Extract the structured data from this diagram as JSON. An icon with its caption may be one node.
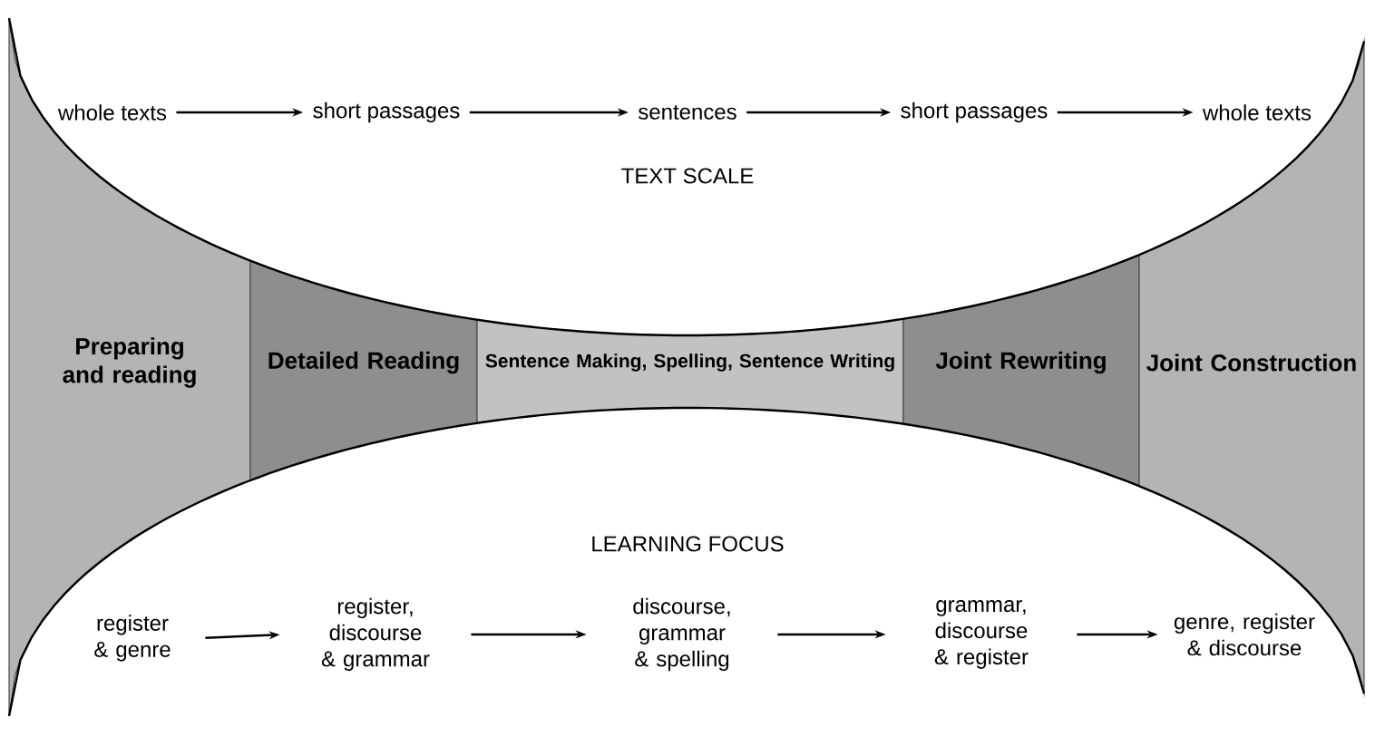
{
  "diagram": {
    "nodes": [
      {
        "text": [
          "whole texts"
        ]
      },
      {
        "text": [
          "short passages"
        ]
      },
      {
        "text": [
          "sentences"
        ]
      },
      {
        "text": [
          "short passages"
        ]
      },
      {
        "text": [
          "whole texts"
        ]
      },
      {
        "text": [
          "Preparing and reading"
        ]
      },
      {
        "text": [
          "Detailed Reading"
        ]
      },
      {
        "text": [
          "Sentence Making, Spelling, Sentence Writing"
        ]
      },
      {
        "text": [
          "Joint Rewriting"
        ]
      },
      {
        "text": [
          "Joint Construction"
        ]
      },
      {
        "text": [
          "register & genre"
        ]
      },
      {
        "text": [
          "register, discourse & grammar"
        ]
      },
      {
        "text": [
          "discourse, grammar & spelling"
        ]
      },
      {
        "text": [
          "grammar, discourse & register"
        ]
      },
      {
        "text": [
          "genre, register & discourse"
        ]
      }
    ],
    "edges": [
      {
        "from": 0,
        "to": 1,
        "arrow": "to"
      },
      {
        "from": 1,
        "to": 2,
        "arrow": "to"
      },
      {
        "from": 2,
        "to": 3,
        "arrow": "to"
      },
      {
        "from": 3,
        "to": 4,
        "arrow": "to"
      },
      {
        "from": 10,
        "to": 11,
        "arrow": "to"
      },
      {
        "from": 11,
        "to": 12,
        "arrow": "to"
      },
      {
        "from": 12,
        "to": 13,
        "arrow": "to"
      },
      {
        "from": 13,
        "to": 14,
        "arrow": "to"
      }
    ],
    "labels": [
      "TEXT SCALE",
      "LEARNING FOCUS"
    ]
  }
}
